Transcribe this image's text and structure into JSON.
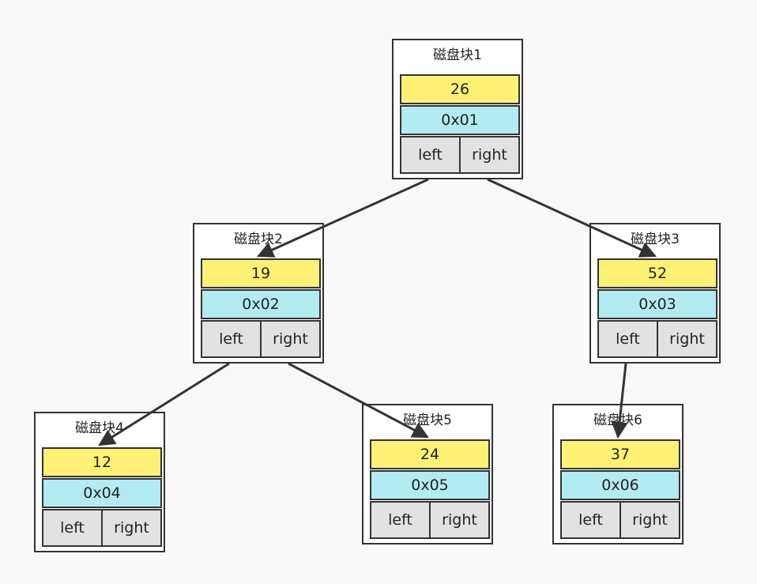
{
  "colors": {
    "key": "#fff176",
    "addr": "#b3ebf2",
    "pointer": "#e2e2e2",
    "border": "#333333",
    "arrow": "#333333"
  },
  "blocks": [
    {
      "id": 1,
      "title": "磁盘块1",
      "key": "26",
      "addr": "0x01",
      "left": "left",
      "right": "right"
    },
    {
      "id": 2,
      "title": "磁盘块2",
      "key": "19",
      "addr": "0x02",
      "left": "left",
      "right": "right"
    },
    {
      "id": 3,
      "title": "磁盘块3",
      "key": "52",
      "addr": "0x03",
      "left": "left",
      "right": "right"
    },
    {
      "id": 4,
      "title": "磁盘块4",
      "key": "12",
      "addr": "0x04",
      "left": "left",
      "right": "right"
    },
    {
      "id": 5,
      "title": "磁盘块5",
      "key": "24",
      "addr": "0x05",
      "left": "left",
      "right": "right"
    },
    {
      "id": 6,
      "title": "磁盘块6",
      "key": "37",
      "addr": "0x06",
      "left": "left",
      "right": "right"
    }
  ],
  "edges": [
    {
      "from": 1,
      "side": "left",
      "to": 2
    },
    {
      "from": 1,
      "side": "right",
      "to": 3
    },
    {
      "from": 2,
      "side": "left",
      "to": 4
    },
    {
      "from": 2,
      "side": "right",
      "to": 5
    },
    {
      "from": 3,
      "side": "left",
      "to": 6
    }
  ]
}
